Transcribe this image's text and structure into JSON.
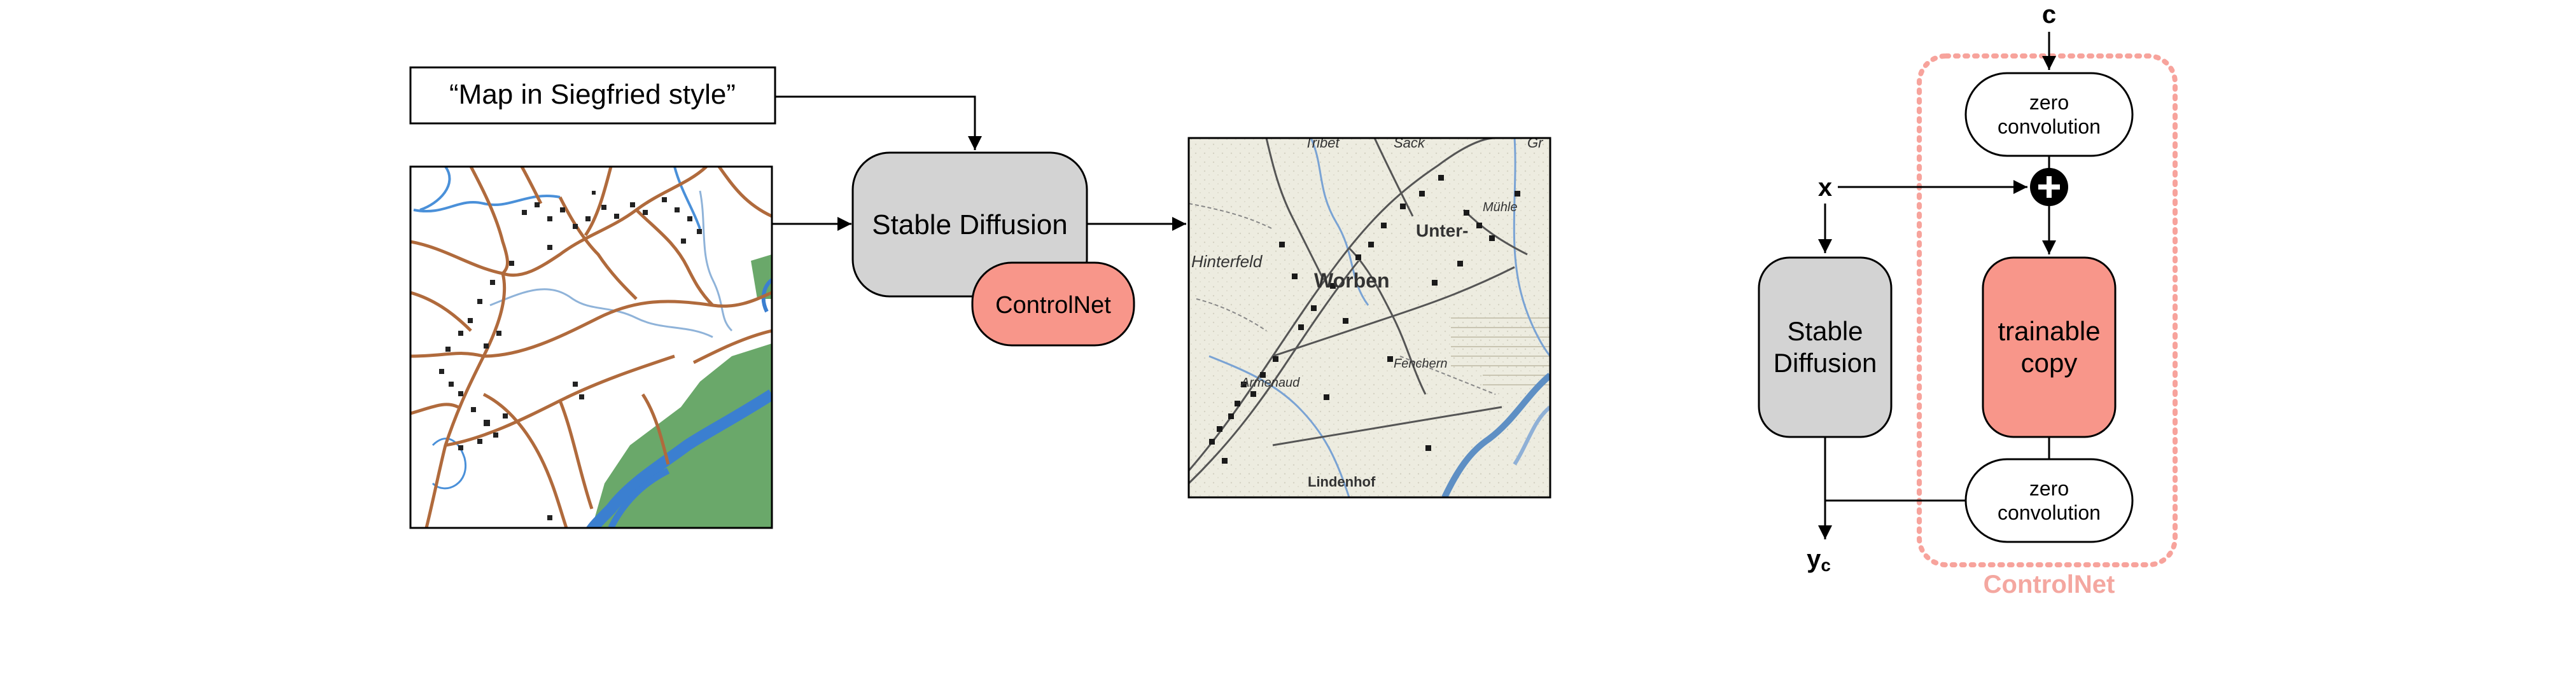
{
  "pipeline": {
    "prompt": "“Map in Siegfried style”",
    "model_label": "Stable Diffusion",
    "controlnet_label": "ControlNet",
    "output_map_labels": [
      "Tribet",
      "Sack",
      "Unter-",
      "Mühle",
      "Worben",
      "Armenaud",
      "Lindenhof",
      "Fenchern",
      "Hinterfeld",
      "Gr"
    ]
  },
  "architecture": {
    "input_c": "c",
    "input_x": "x",
    "output_yc": "y",
    "output_yc_sub": "c",
    "locked_model_line1": "Stable",
    "locked_model_line2": "Diffusion",
    "trainable_line1": "trainable",
    "trainable_line2": "copy",
    "zero_conv_line1": "zero",
    "zero_conv_line2": "convolution",
    "group_label": "ControlNet"
  },
  "colors": {
    "box_gray": "#d3d3d3",
    "box_salmon": "#f8968a",
    "group_border": "#f7a39c",
    "group_label": "#f4a7a0",
    "road_brown": "#b06a3c",
    "water_blue": "#3b7fd0",
    "forest_green": "#6aa86a",
    "map_paper": "#edece0"
  }
}
